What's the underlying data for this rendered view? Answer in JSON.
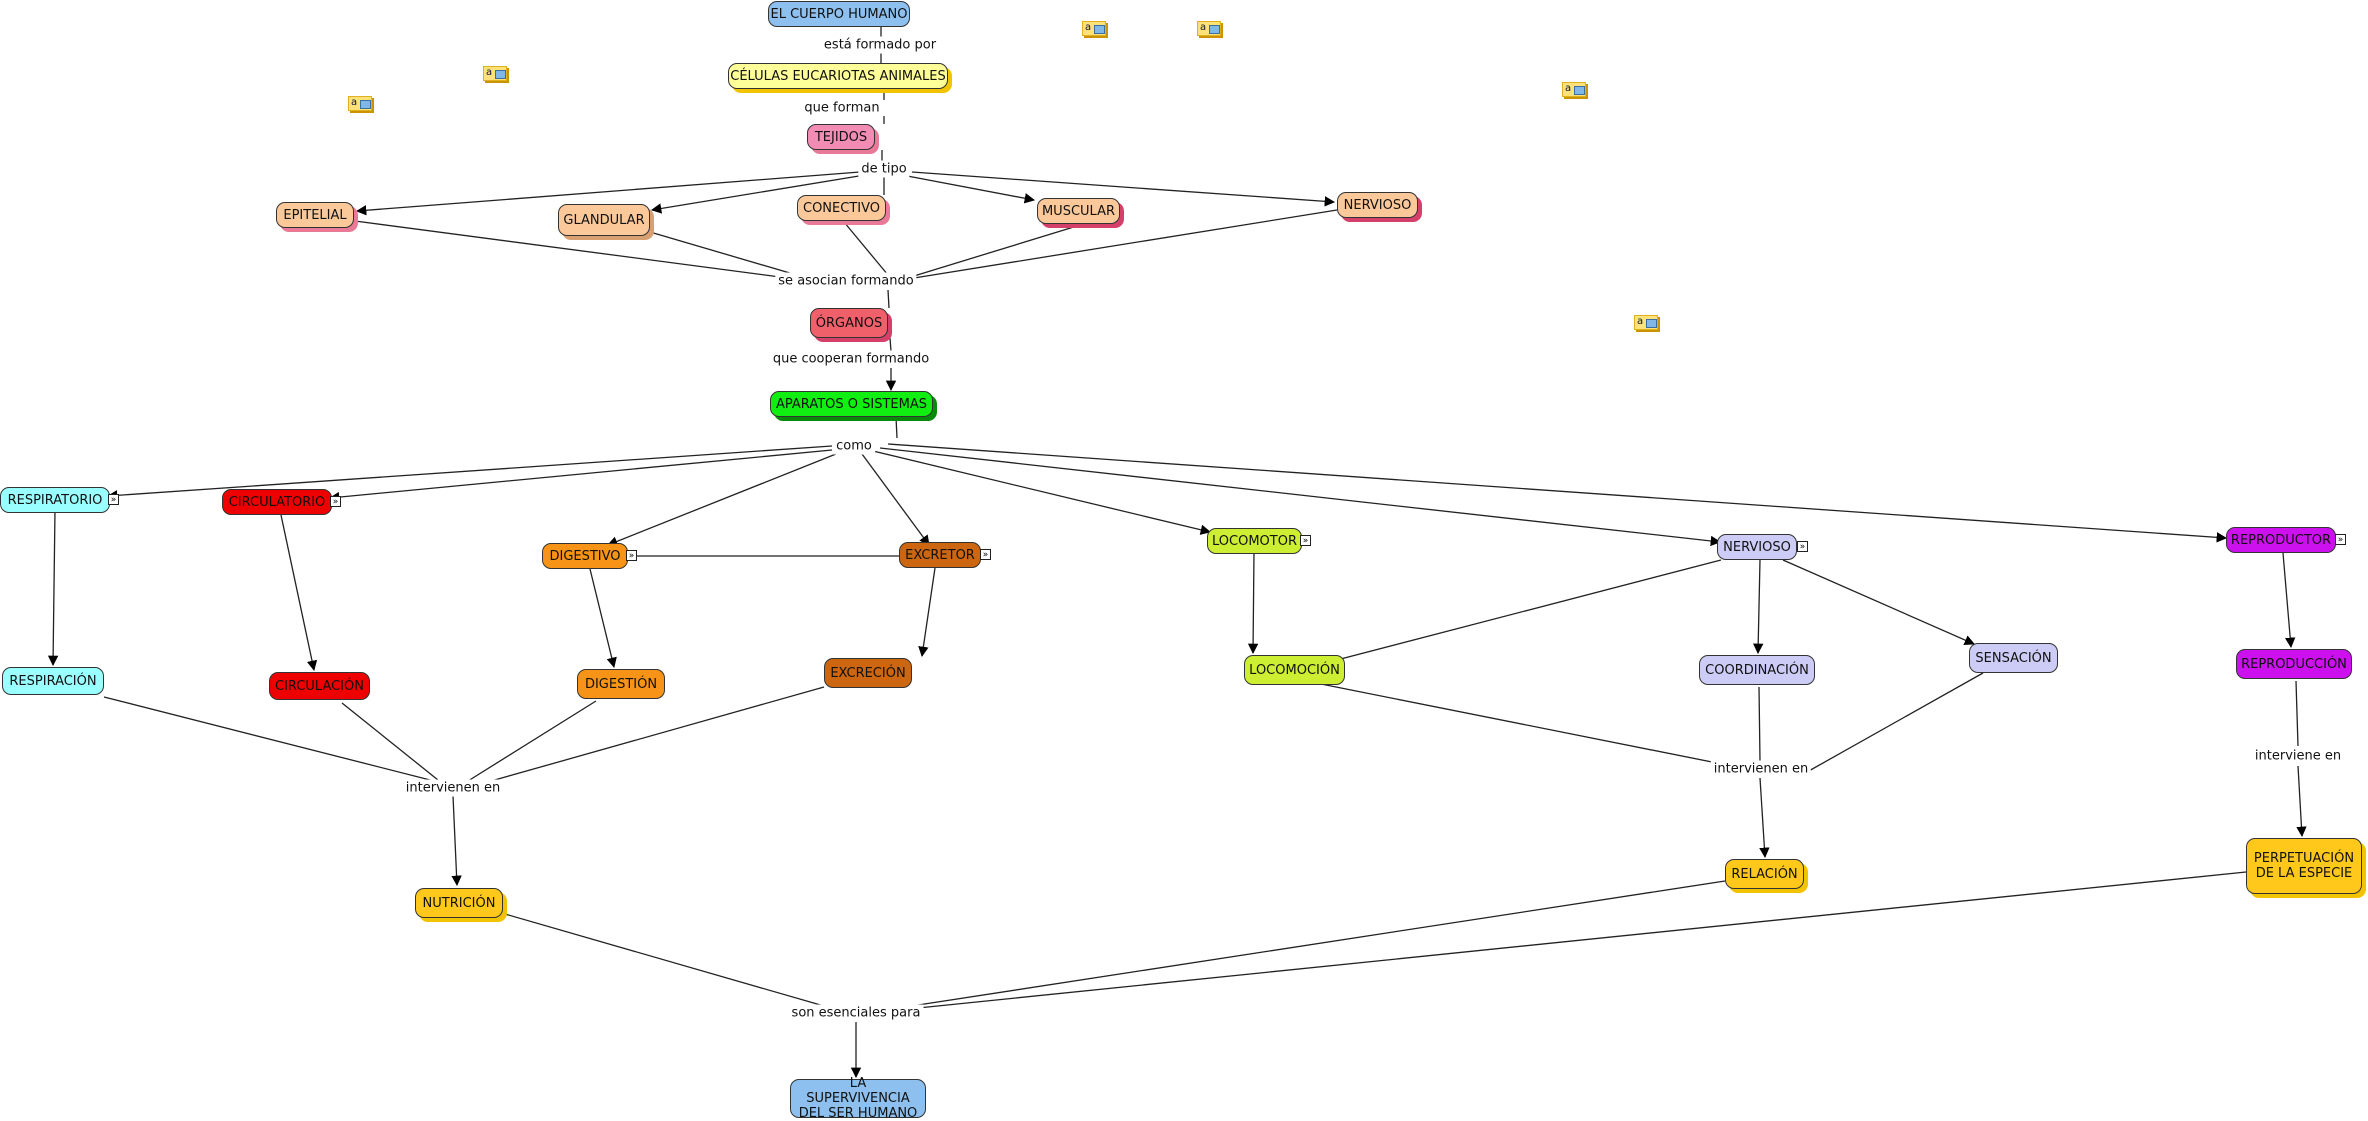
{
  "title": "EL CUERPO HUMANO",
  "nodes": {
    "cuerpo": "EL CUERPO HUMANO",
    "celulas": "CÉLULAS EUCARIOTAS ANIMALES",
    "tejidos": "TEJIDOS",
    "epitelial": "EPITELIAL",
    "glandular": "GLANDULAR",
    "conectivo": "CONECTIVO",
    "muscular": "MUSCULAR",
    "nervioso_tej": "NERVIOSO",
    "organos": "ÓRGANOS",
    "aparatos": "APARATOS O SISTEMAS",
    "respiratorio": "RESPIRATORIO",
    "circulatorio": "CIRCULATORIO",
    "digestivo": "DIGESTIVO",
    "excretor": "EXCRETOR",
    "locomotor": "LOCOMOTOR",
    "nervioso_sis": "NERVIOSO",
    "reproductor": "REPRODUCTOR",
    "respiracion": "RESPIRACIÓN",
    "circulacion": "CIRCULACIÓN",
    "digestion": "DIGESTIÓN",
    "excrecion": "EXCRECIÓN",
    "locomocion": "LOCOMOCIÓN",
    "coordinacion": "COORDINACIÓN",
    "sensacion": "SENSACIÓN",
    "reproduccion": "REPRODUCCIÓN",
    "nutricion": "NUTRICIÓN",
    "relacion": "RELACIÓN",
    "perpetuacion": "PERPETUACIÓN DE LA ESPECIE",
    "supervivencia": "LA SUPERVIVENCIA DEL SER HUMANO"
  },
  "links": {
    "esta_formado_por": "está formado por",
    "que_forman": "que forman",
    "de_tipo": "de tipo",
    "se_asocian_formando": "se asocian formando",
    "que_cooperan_formando": "que cooperan formando",
    "como": "como",
    "intervienen_en_1": "intervienen en",
    "intervienen_en_2": "intervienen en",
    "interviene_en": "interviene en",
    "son_esenciales_para": "son esenciales para"
  },
  "expand_glyph": "»",
  "resource_glyph": "a",
  "colors": {
    "blue": "#8dc0ee",
    "yellow_light": "#ffff99",
    "pink": "#f28cb4",
    "peach": "#fbc89a",
    "red_organ": "#f0606a",
    "green": "#11ee11",
    "cyan": "#99ffff",
    "red": "#ee0000",
    "orange": "#f79418",
    "brown": "#cc6611",
    "lime": "#ccee33",
    "lavender": "#ccccf7",
    "purple": "#cc11ee",
    "gold": "#ffc81a"
  }
}
